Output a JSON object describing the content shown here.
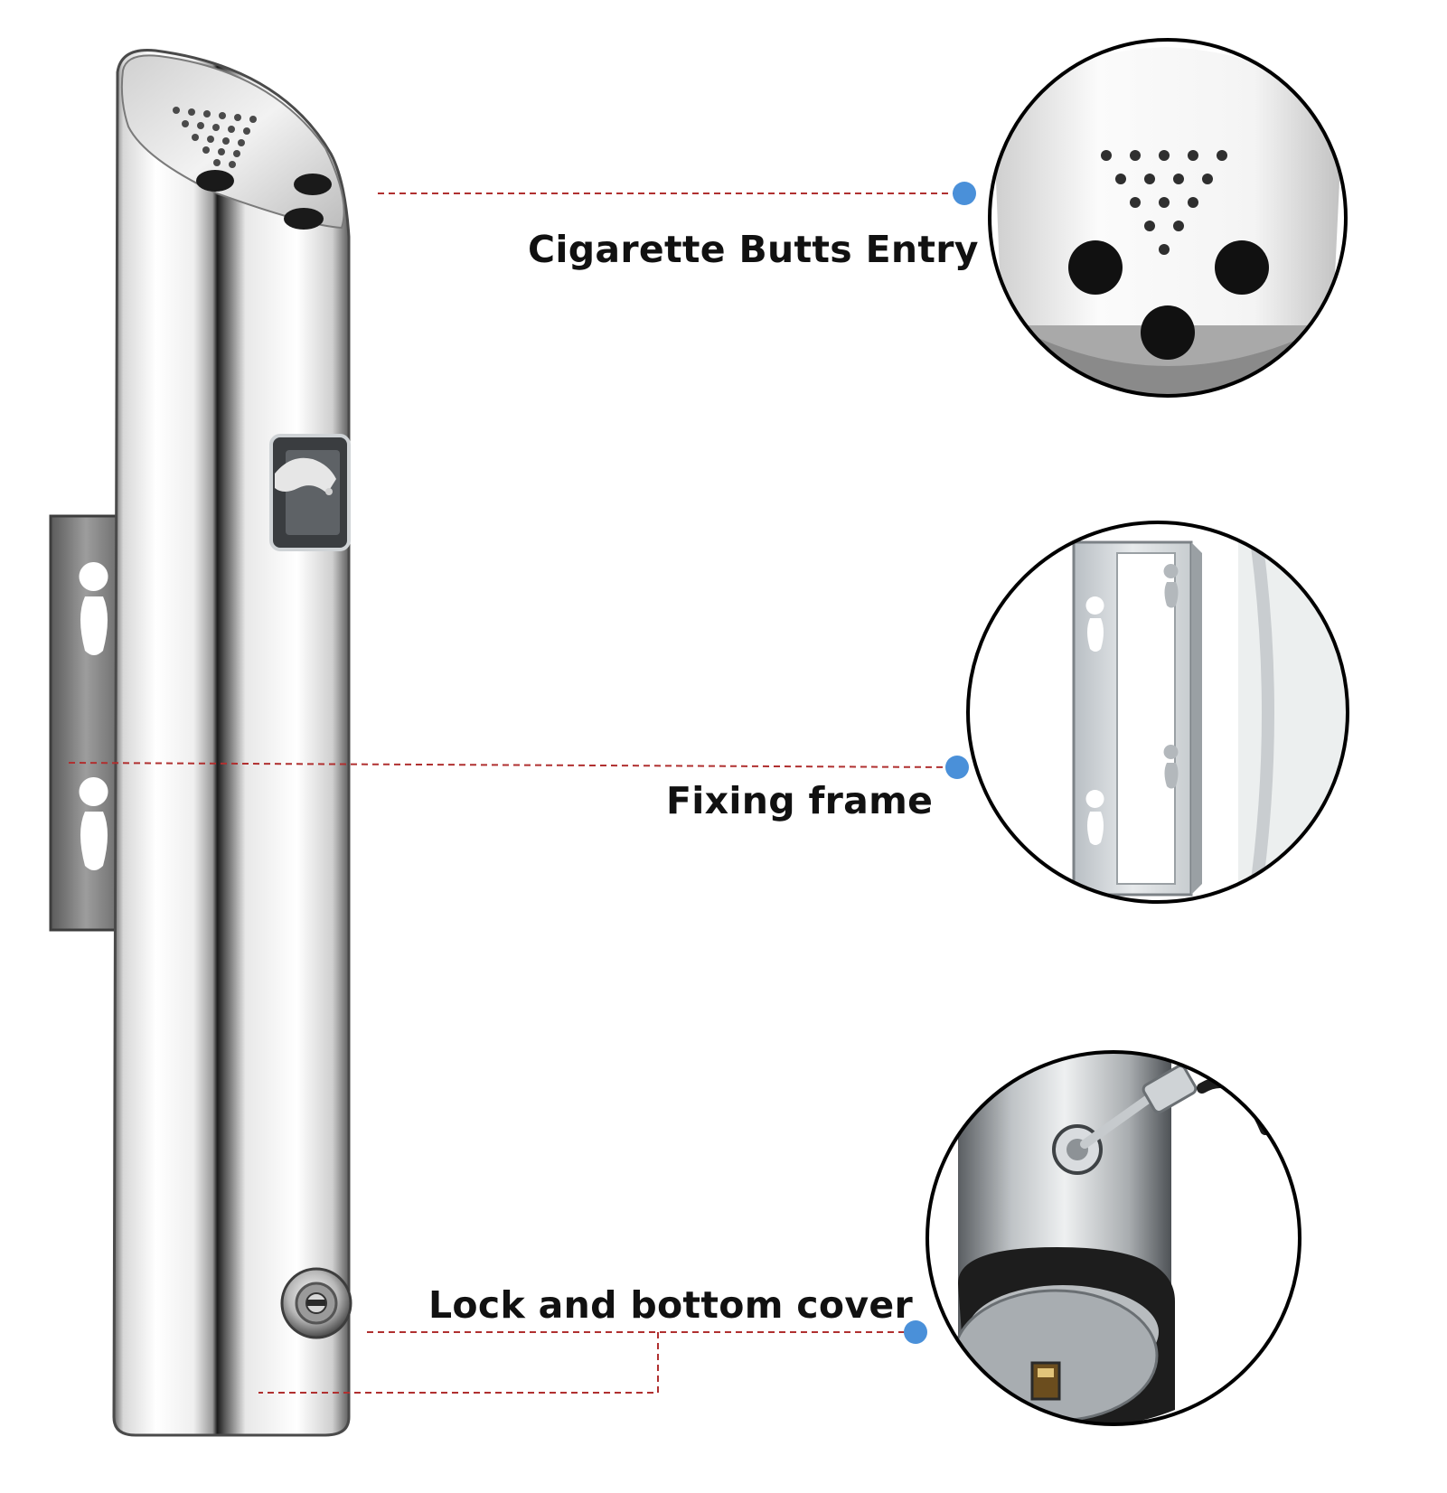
{
  "callouts": {
    "entry_label": "Cigarette Butts Entry",
    "frame_label": "Fixing frame",
    "lock_label": "Lock and bottom cover"
  },
  "colors": {
    "background": "#ffffff",
    "leader_line": "#b03030",
    "anchor_dot": "#4a90d9",
    "steel_light": "#f4f4f4",
    "steel_dark": "#2a2a2a",
    "circle_border": "#000000"
  },
  "icons": {
    "product": "wall-mounted-steel-ashtray",
    "insert_icon": "hand-dropping-cigarette-icon",
    "lock": "key-lock-icon"
  }
}
